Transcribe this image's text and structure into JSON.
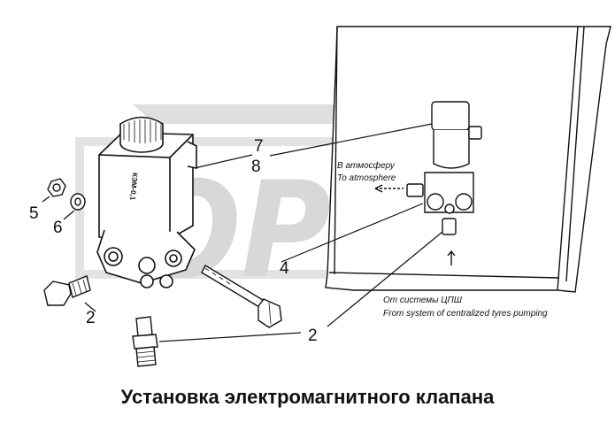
{
  "title": "Установка электромагнитного клапана",
  "watermark": {
    "text": "OPEX",
    "color": "#d4d4d4"
  },
  "valve_label": "КЭМ-0,1",
  "callouts": {
    "c7": "7",
    "c8": "8",
    "c4": "4",
    "c2a": "2",
    "c2b": "2",
    "c5": "5",
    "c6": "6"
  },
  "notes": {
    "atmosphere_ru": "В атмосферу",
    "atmosphere_en": "To atmosphere",
    "system_ru": "От системы ЦПШ",
    "system_en": "From system of centralized tyres pumping"
  },
  "colors": {
    "line": "#111111",
    "background": "#ffffff"
  }
}
